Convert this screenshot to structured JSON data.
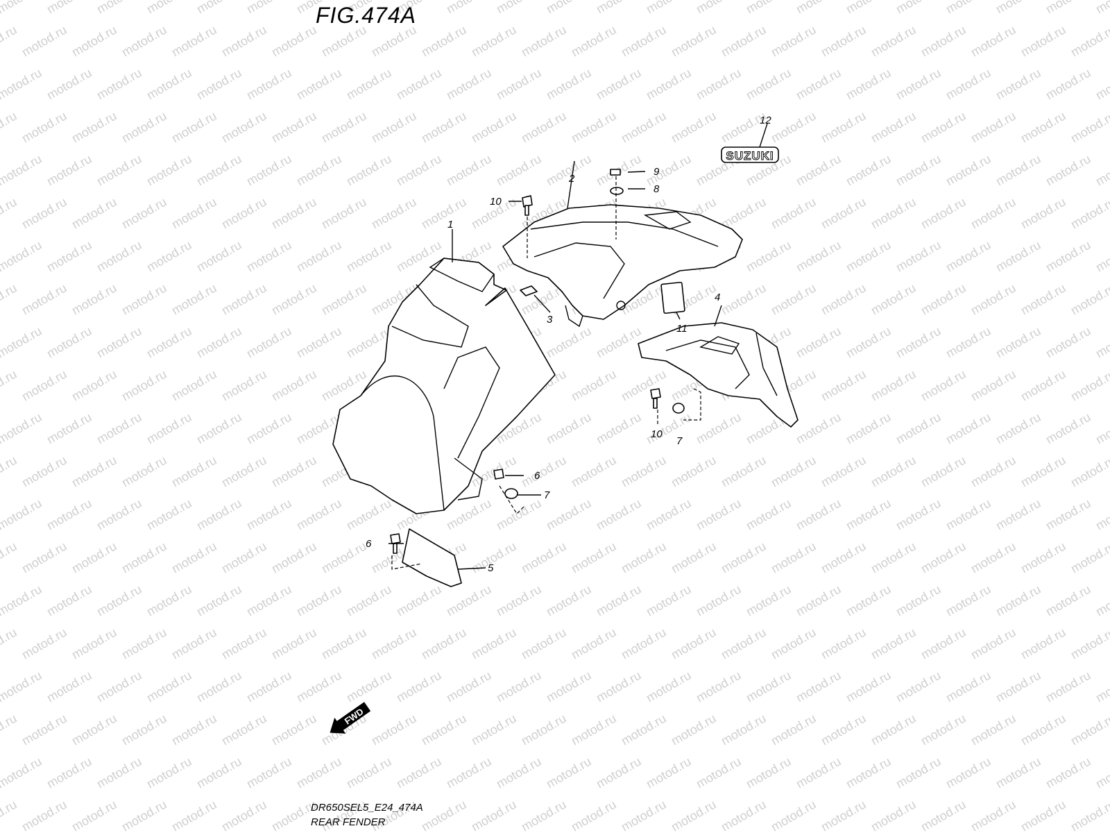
{
  "figure": {
    "title": "FIG.474A"
  },
  "caption": {
    "code": "DR650SEL5_E24_474A",
    "name": "REAR FENDER"
  },
  "watermark": {
    "text": "motod.ru",
    "color": "#cfcfcf"
  },
  "emblem": {
    "text": "SUZUKI"
  },
  "direction_arrow": {
    "label": "FWD"
  },
  "callouts": [
    {
      "id": "c1",
      "label": "1"
    },
    {
      "id": "c2",
      "label": "2"
    },
    {
      "id": "c3",
      "label": "3"
    },
    {
      "id": "c4",
      "label": "4"
    },
    {
      "id": "c5",
      "label": "5"
    },
    {
      "id": "c6a",
      "label": "6"
    },
    {
      "id": "c6b",
      "label": "6"
    },
    {
      "id": "c7a",
      "label": "7"
    },
    {
      "id": "c7b",
      "label": "7"
    },
    {
      "id": "c8",
      "label": "8"
    },
    {
      "id": "c9",
      "label": "9"
    },
    {
      "id": "c10a",
      "label": "10"
    },
    {
      "id": "c10b",
      "label": "10"
    },
    {
      "id": "c11",
      "label": "11"
    },
    {
      "id": "c12",
      "label": "12"
    }
  ]
}
